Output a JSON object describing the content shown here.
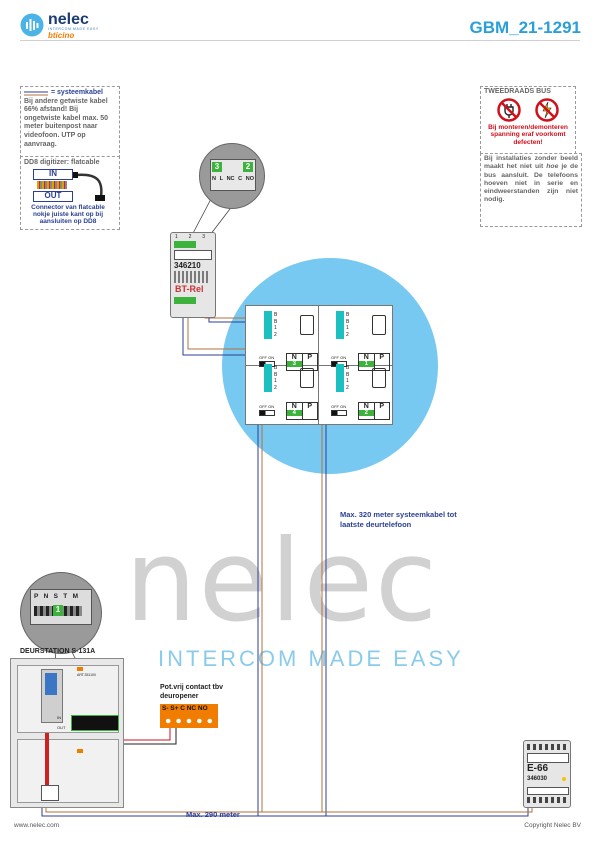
{
  "header": {
    "brand": "nelec",
    "brand_tagline": "INTERCOM MADE EASY",
    "partner": "bticino",
    "doc_id": "GBM_21-1291"
  },
  "notes": {
    "cable": {
      "title": "= systeemkabel",
      "body": "Bij andere getwiste kabel 66% afstand! Bij ongetwiste kabel max. 50 meter buitenpost naar videofoon. UTP op aanvraag."
    },
    "dd8": {
      "title": "DD8 digitizer: flatcable",
      "in": "IN",
      "out": "OUT",
      "body": "Connector van flatcable nokje juiste kant op bij aansluiten op DD8"
    },
    "bus": {
      "title": "TWEEDRAADS BUS",
      "warning": "Bij monteren/demonteren spanning eraf voorkomt defecten!",
      "body_pre": "Bij installaties zonder beeld maakt het niet uit ",
      "body_em": "hoe",
      "body_post": " je de bus aansluit. De telefoons hoeven niet in serie en eindweerstanden zijn niet nodig."
    }
  },
  "devices": {
    "bt_relay": {
      "code": "346210",
      "name": "BT-Rel",
      "terminals": [
        "1",
        "2",
        "3"
      ]
    },
    "zoom_top": {
      "left_num": "3",
      "right_num": "2",
      "labels": [
        "N",
        "L",
        "NC",
        "C",
        "NO"
      ]
    },
    "zoom_bottom": {
      "labels": [
        "P",
        "N",
        "S",
        "T",
        "M"
      ],
      "num": "1"
    },
    "phones": [
      {
        "num": "3",
        "n": "N",
        "p": "P",
        "switch": "OFF ON",
        "terms": [
          "B",
          "B",
          "1",
          "2"
        ]
      },
      {
        "num": "1",
        "n": "N",
        "p": "P",
        "switch": "OFF ON",
        "terms": [
          "B",
          "B",
          "1",
          "2"
        ]
      },
      {
        "num": "4",
        "n": "N",
        "p": "P",
        "switch": "OFF ON",
        "terms": [
          "B",
          "B",
          "1",
          "2"
        ]
      },
      {
        "num": "2",
        "n": "N",
        "p": "P",
        "switch": "OFF ON",
        "terms": [
          "B",
          "B",
          "1",
          "2"
        ]
      }
    ],
    "door_station": {
      "title": "DEURSTATION S-131A",
      "module_code": "ART.351100",
      "in": "IN",
      "out": "OUT"
    },
    "contact": {
      "title": "Pot.vrij contact tbv deuropener",
      "terminals": "S- S+ C NC NO"
    },
    "psu": {
      "name": "E-66",
      "code": "346030"
    }
  },
  "annotations": {
    "max320": "Max. 320 meter systeemkabel tot laatste deurtelefoon",
    "max290": "Max. 290 meter"
  },
  "watermark": {
    "word": "nelec",
    "tagline": "INTERCOM MADE EASY"
  },
  "footer": {
    "url": "www.nelec.com",
    "copyright": "Copyright Nelec BV"
  },
  "colors": {
    "accent": "#2a9fd8",
    "brand": "#1a3c72",
    "wire_blue": "#2b3f95",
    "wire_brown": "#b5703a",
    "wire_red": "#d0101a",
    "terminal_green": "#3db33d",
    "relay_orange": "#f07d00"
  }
}
